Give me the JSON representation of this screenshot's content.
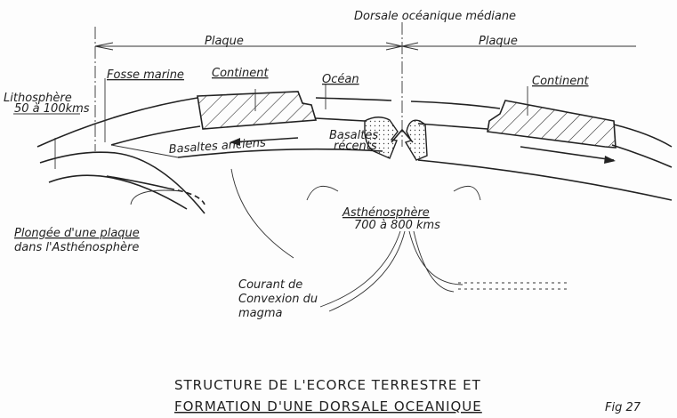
{
  "labels": {
    "plaque_left": "Plaque",
    "plaque_right": "Plaque",
    "dorsale": "Dorsale océanique médiane",
    "fosse": "Fosse marine",
    "continent_left": "Continent",
    "ocean": "Océan",
    "continent_right": "Continent",
    "lithosphere": "Lithosphère",
    "lithosphere_depth": "50 à 100kms",
    "basaltes_anciens": "Basaltes anciens",
    "basaltes_recents_1": "Basaltes",
    "basaltes_recents_2": "récents",
    "asthenosphere": "Asthénosphère",
    "asthenosphere_depth": "700 à 800 kms",
    "plongee_1": "Plongée d'une plaque",
    "plongee_2": "dans l'Asthénosphère",
    "courant_1": "Courant de",
    "courant_2": "Convexion du",
    "courant_3": "magma"
  },
  "title": {
    "line1": "STRUCTURE DE L'ECORCE TERRESTRE ET",
    "line2": "FORMATION D'UNE DORSALE OCEANIQUE",
    "fig": "Fig 27"
  }
}
